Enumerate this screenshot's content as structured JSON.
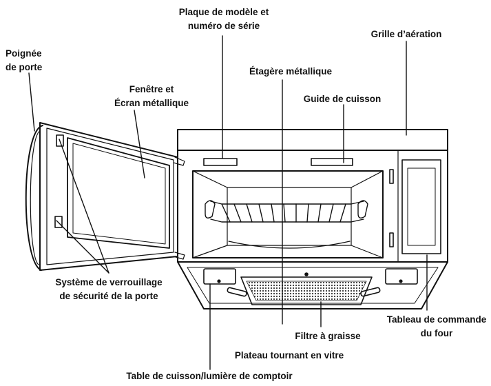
{
  "labels": {
    "model_plate": [
      "Plaque de modèle et",
      "numéro de série"
    ],
    "vent_grille": "Grille d’aération",
    "door_handle": [
      "Poignée",
      "de porte"
    ],
    "metal_shelf": "Étagère métallique",
    "window_screen": [
      "Fenêtre et",
      "Écran métallique"
    ],
    "cooking_guide": "Guide de cuisson",
    "door_lock": [
      "Système de verrouillage",
      "de sécurité de la porte"
    ],
    "control_panel": [
      "Tableau de commande",
      "du four"
    ],
    "grease_filter": "Filtre à graisse",
    "turntable": "Plateau tournant en vitre",
    "cooktop_light": "Table de cuisson/lumière de comptoir"
  }
}
